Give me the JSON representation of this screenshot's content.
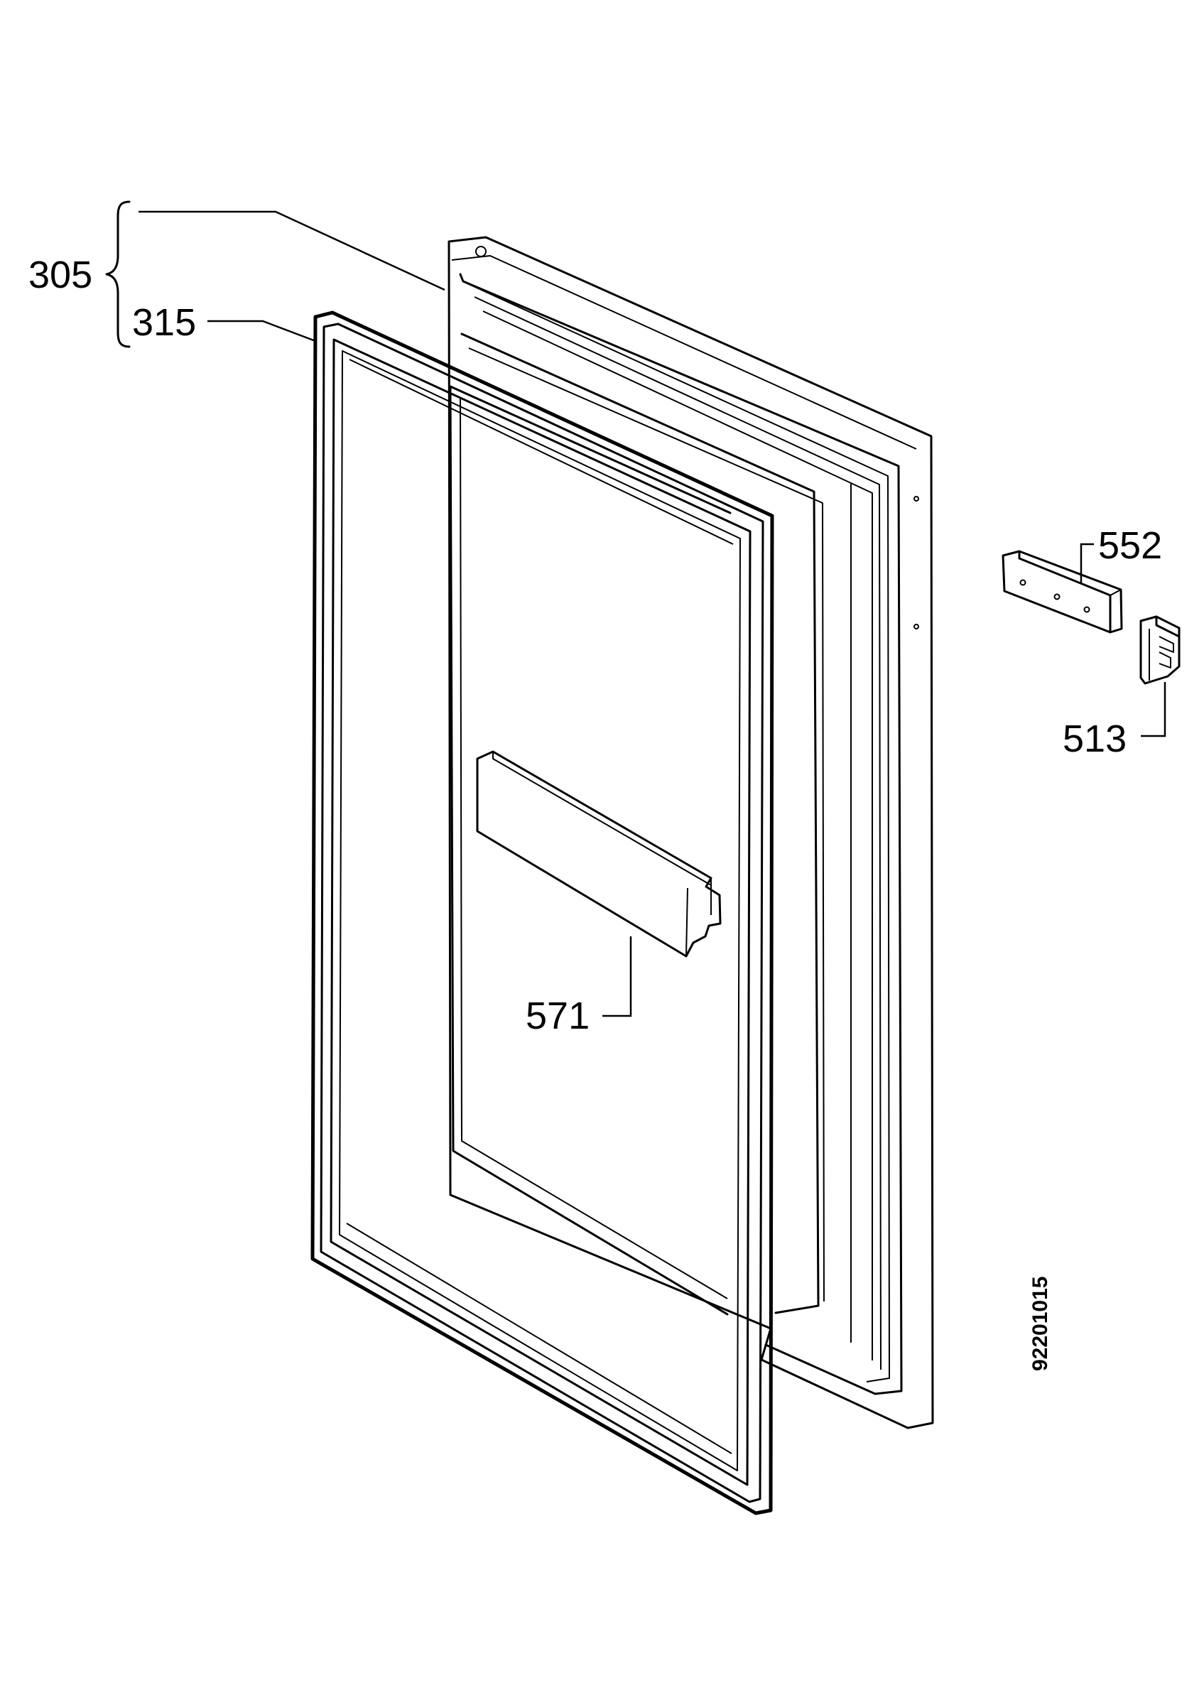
{
  "callouts": {
    "door_assembly": "305",
    "gasket": "315",
    "hinge_bracket": "552",
    "hinge_pin": "513",
    "handle": "571"
  },
  "drawing_number": "92201015"
}
